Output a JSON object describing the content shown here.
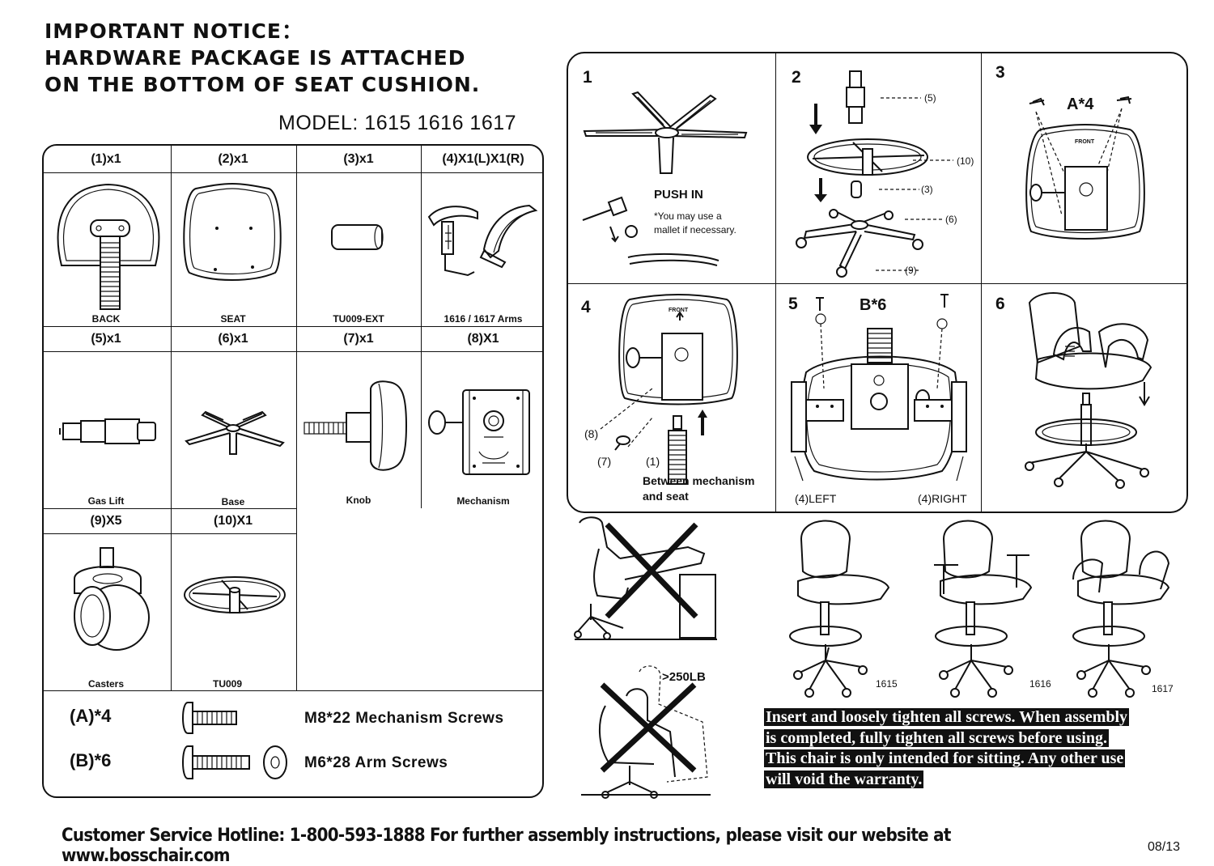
{
  "notice": {
    "line1": "IMPORTANT NOTICE：",
    "line2": "HARDWARE PACKAGE IS ATTACHED",
    "line3": "ON THE BOTTOM OF SEAT CUSHION."
  },
  "model": "MODEL: 1615 1616 1617",
  "parts": [
    {
      "qty": "(1)x1",
      "name": "BACK",
      "icon": "chair-back-icon"
    },
    {
      "qty": "(2)x1",
      "name": "SEAT",
      "icon": "seat-cushion-icon"
    },
    {
      "qty": "(3)x1",
      "name": "TU009-EXT",
      "icon": "tube-icon"
    },
    {
      "qty": "(4)X1(L)X1(R)",
      "name": "1616 / 1617 Arms",
      "icon": "armrest-icon"
    },
    {
      "qty": "(5)x1",
      "name": "Gas Lift",
      "icon": "gas-lift-icon"
    },
    {
      "qty": "(6)x1",
      "name": "Base",
      "icon": "star-base-icon"
    },
    {
      "qty": "(7)x1",
      "name": "Knob",
      "icon": "knob-icon"
    },
    {
      "qty": "(8)X1",
      "name": "Mechanism",
      "icon": "mechanism-icon"
    },
    {
      "qty": "(9)X5",
      "name": "Casters",
      "icon": "caster-icon"
    },
    {
      "qty": "(10)X1",
      "name": "TU009",
      "icon": "foot-ring-icon"
    }
  ],
  "screws": [
    {
      "label": "(A)*4",
      "name": "M8*22  Mechanism Screws",
      "icon": "screw-icon"
    },
    {
      "label": "(B)*6",
      "name": "M6*28  Arm Screws",
      "icon": "screw-washer-icon"
    }
  ],
  "steps": {
    "s1": {
      "num": "1",
      "title": "PUSH IN",
      "note1": "*You may use a",
      "note2": "mallet if necessary."
    },
    "s2": {
      "num": "2",
      "l5": "(5)",
      "l10": "(10)",
      "l3": "(3)",
      "l6": "(6)",
      "l9": "(9)"
    },
    "s3": {
      "num": "3",
      "qty": "A*4",
      "front": "FRONT"
    },
    "s4": {
      "num": "4",
      "front": "FRONT",
      "l8": "(8)",
      "l7": "(7)",
      "l1": "(1)",
      "cap1": "Between mechanism",
      "cap2": "and seat"
    },
    "s5": {
      "num": "5",
      "qty": "B*6",
      "left": "(4)LEFT",
      "right": "(4)RIGHT"
    },
    "s6": {
      "num": "6"
    }
  },
  "warning": {
    "weight": ">250LB"
  },
  "models": [
    "1615",
    "1616",
    "1617"
  ],
  "note": [
    "Insert and loosely tighten all screws. When assembly",
    "is completed, fully tighten all screws before using.",
    "This chair is only intended for sitting. Any other use",
    "will void the warranty."
  ],
  "footer": "Customer Service Hotline: 1-800-593-1888  For further assembly instructions,  please visit our website at www.bosschair.com",
  "date": "08/13"
}
